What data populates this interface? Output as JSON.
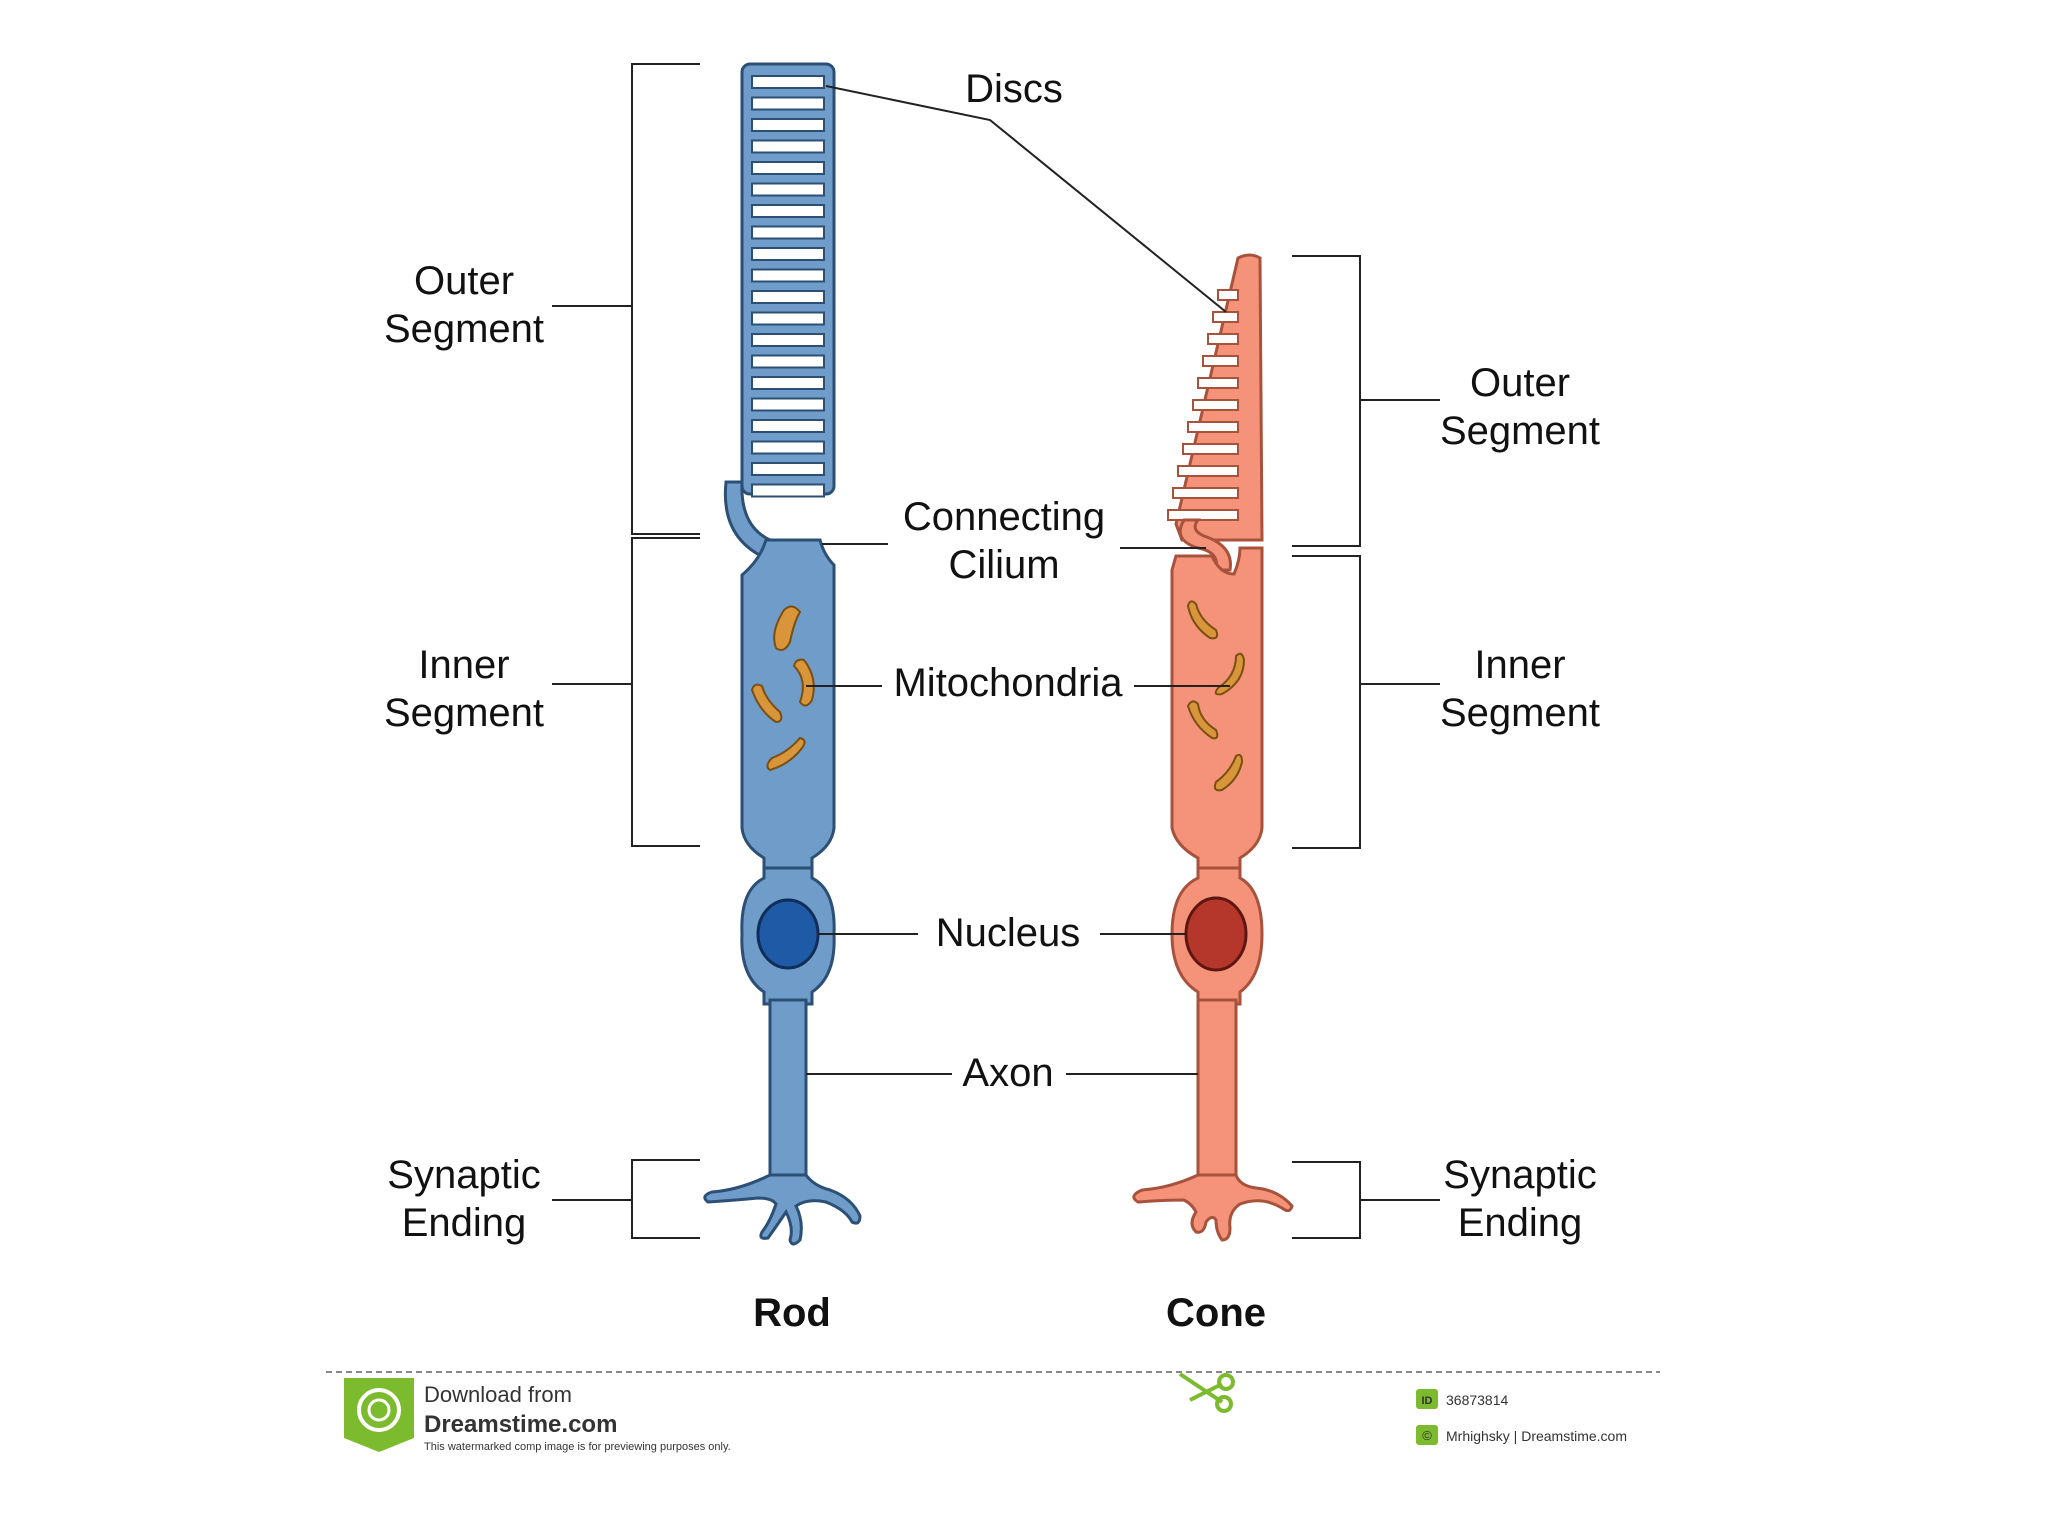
{
  "labels": {
    "discs": "Discs",
    "outer_segment_left_1": "Outer",
    "outer_segment_left_2": "Segment",
    "outer_segment_right_1": "Outer",
    "outer_segment_right_2": "Segment",
    "connecting_cilium_1": "Connecting",
    "connecting_cilium_2": "Cilium",
    "inner_segment_left_1": "Inner",
    "inner_segment_left_2": "Segment",
    "inner_segment_right_1": "Inner",
    "inner_segment_right_2": "Segment",
    "mitochondria": "Mitochondria",
    "nucleus": "Nucleus",
    "axon": "Axon",
    "synaptic_left_1": "Synaptic",
    "synaptic_left_2": "Ending",
    "synaptic_right_1": "Synaptic",
    "synaptic_right_2": "Ending",
    "rod": "Rod",
    "cone": "Cone"
  },
  "footer": {
    "download_from": "Download from",
    "site": "Dreamstime.com",
    "disclaimer": "This watermarked comp image is for previewing purposes only.",
    "id_badge": "ID",
    "id_number": "36873814",
    "copyright_badge": "©",
    "credit": "Mrhighsky | Dreamstime.com"
  },
  "colors": {
    "rod": "#6f9cc9",
    "rod_nucleus": "#1f5aa6",
    "cone": "#f4937a",
    "cone_nucleus": "#b5362a",
    "mitochondria": "#d9953a",
    "logo_green": "#7dbb2e"
  }
}
